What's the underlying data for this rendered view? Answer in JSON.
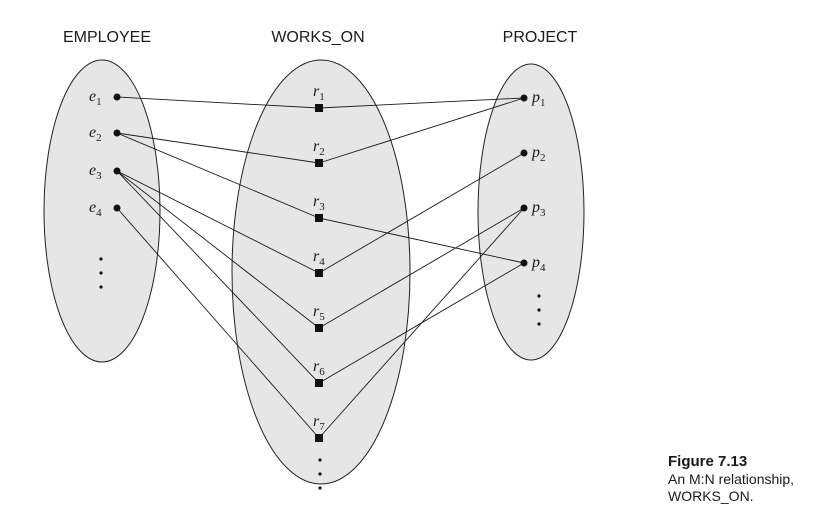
{
  "titles": {
    "employee": "EMPLOYEE",
    "works_on": "WORKS_ON",
    "project": "PROJECT"
  },
  "employees": [
    {
      "base": "e",
      "sub": "1"
    },
    {
      "base": "e",
      "sub": "2"
    },
    {
      "base": "e",
      "sub": "3"
    },
    {
      "base": "e",
      "sub": "4"
    }
  ],
  "relationships": [
    {
      "base": "r",
      "sub": "1"
    },
    {
      "base": "r",
      "sub": "2"
    },
    {
      "base": "r",
      "sub": "3"
    },
    {
      "base": "r",
      "sub": "4"
    },
    {
      "base": "r",
      "sub": "5"
    },
    {
      "base": "r",
      "sub": "6"
    },
    {
      "base": "r",
      "sub": "7"
    }
  ],
  "projects": [
    {
      "base": "p",
      "sub": "1"
    },
    {
      "base": "p",
      "sub": "2"
    },
    {
      "base": "p",
      "sub": "3"
    },
    {
      "base": "p",
      "sub": "4"
    }
  ],
  "links": [
    {
      "relationship": "r1",
      "employee": "e1",
      "project": "p1"
    },
    {
      "relationship": "r2",
      "employee": "e2",
      "project": "p1"
    },
    {
      "relationship": "r3",
      "employee": "e2",
      "project": "p4"
    },
    {
      "relationship": "r4",
      "employee": "e3",
      "project": "p2"
    },
    {
      "relationship": "r5",
      "employee": "e3",
      "project": "p3"
    },
    {
      "relationship": "r6",
      "employee": "e3",
      "project": "p4"
    },
    {
      "relationship": "r7",
      "employee": "e4",
      "project": "p3"
    }
  ],
  "caption": {
    "title": "Figure 7.13",
    "text": "An M:N relationship, WORKS_ON."
  },
  "colors": {
    "set_fill": "#e6e6e6",
    "stroke": "#222222"
  }
}
